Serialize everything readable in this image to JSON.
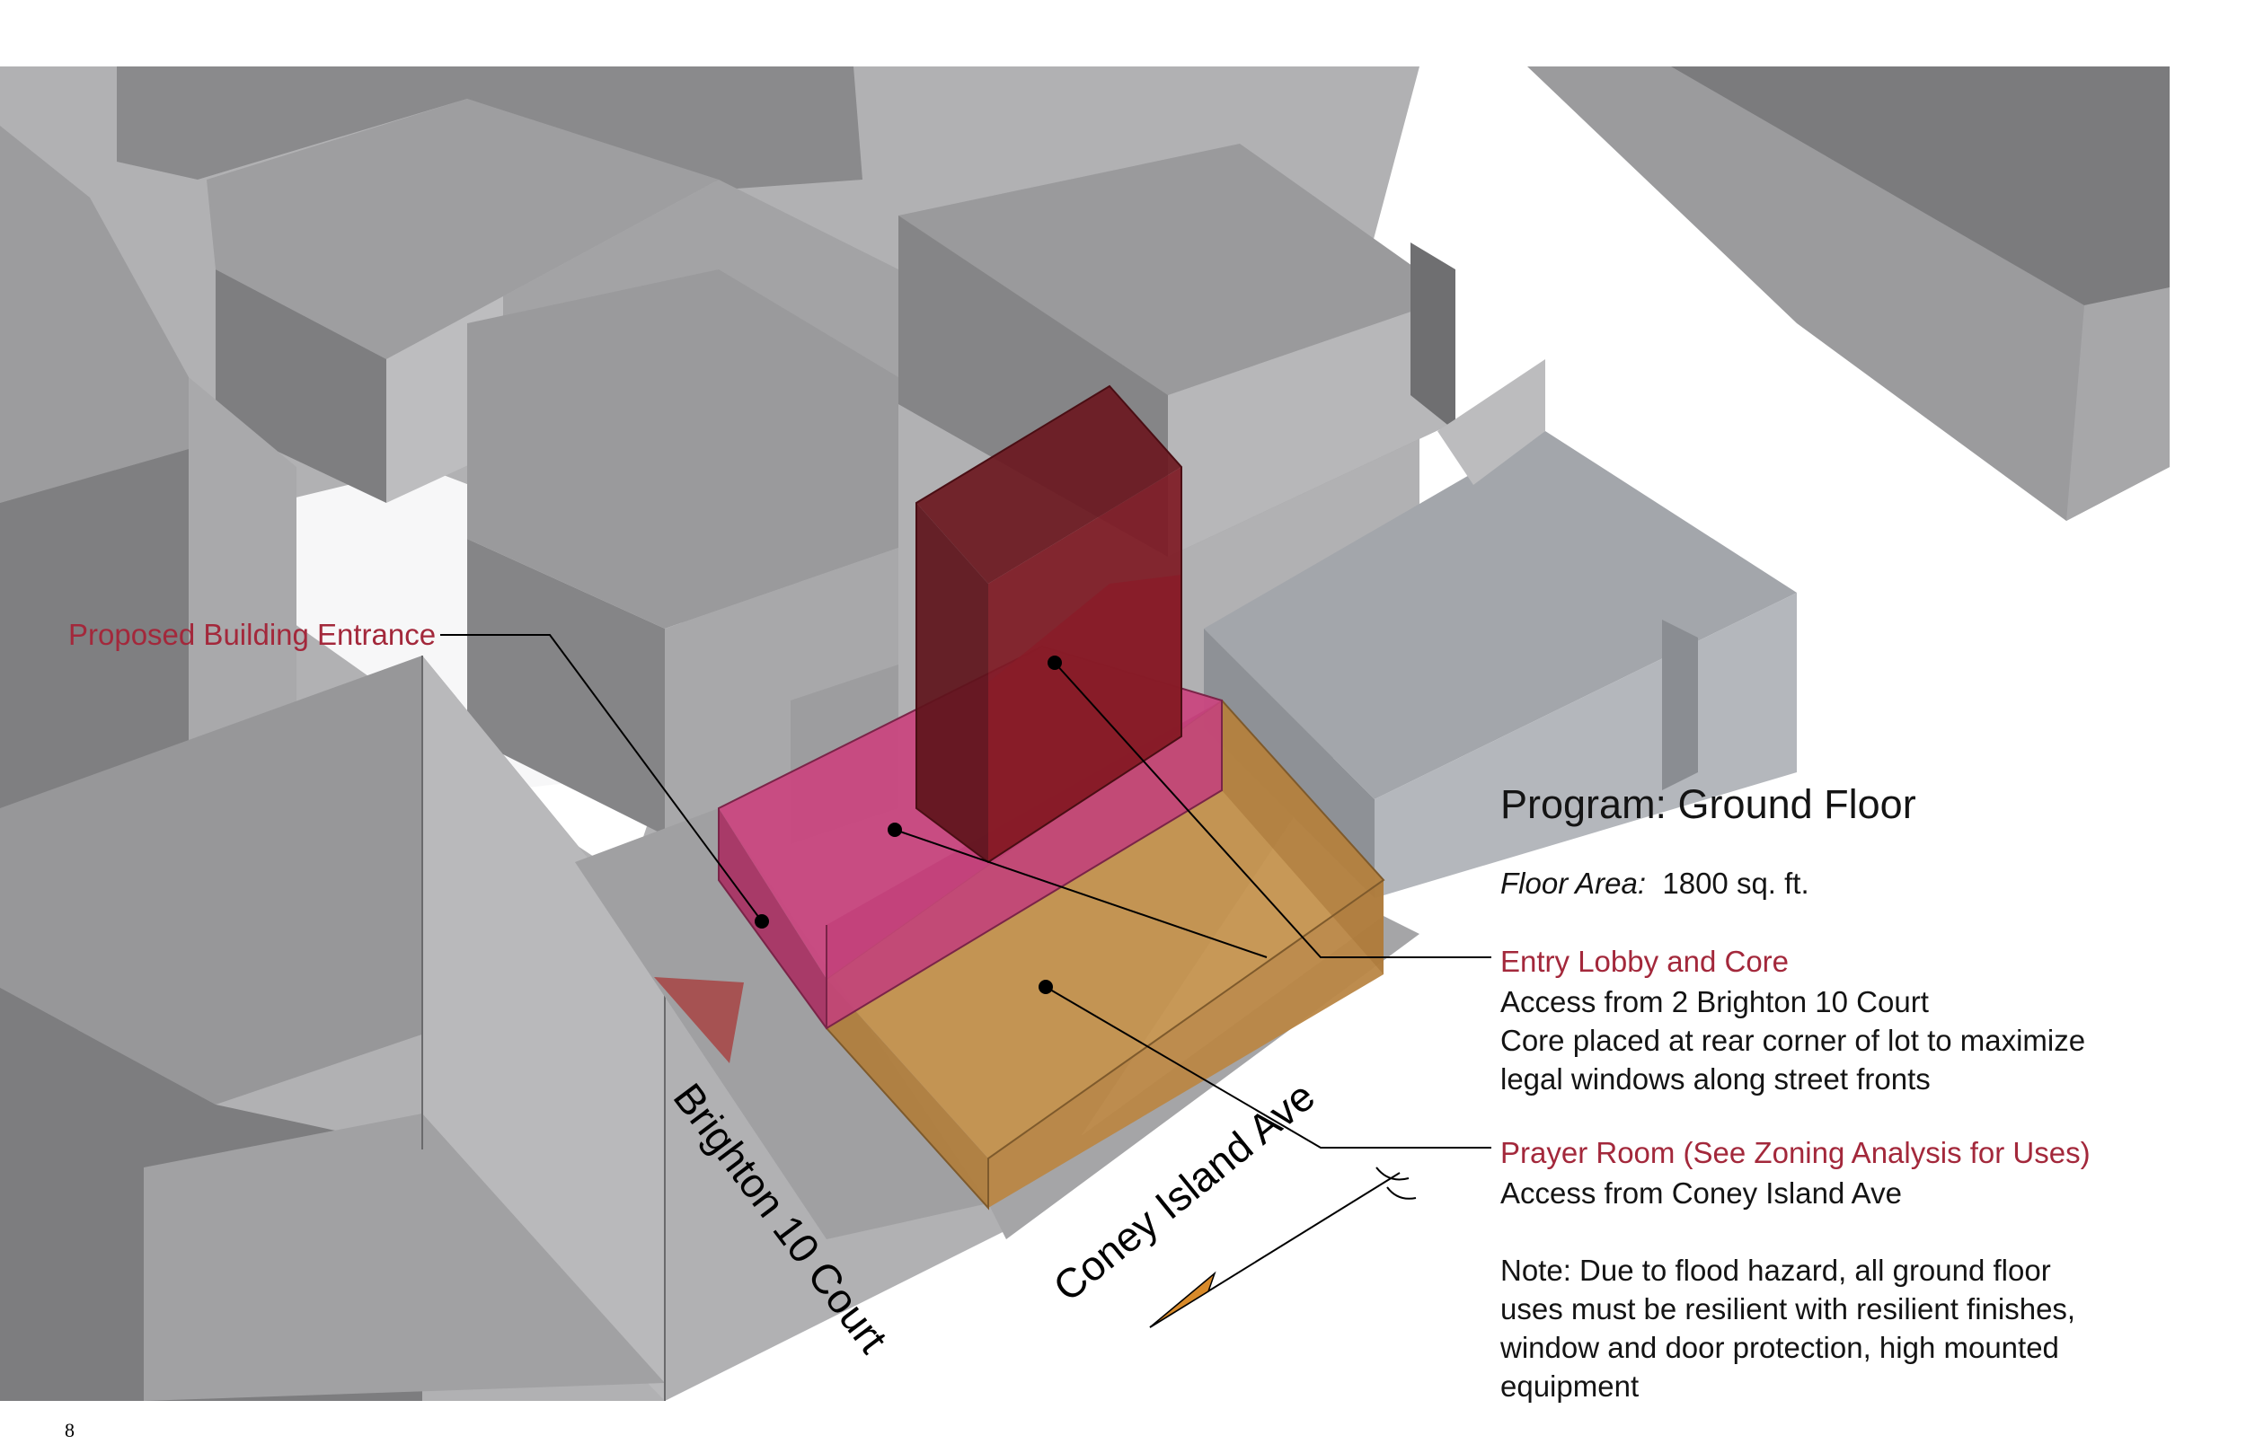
{
  "program": {
    "title": "Program: Ground Floor",
    "floor_area_label": "Floor Area:",
    "floor_area_value": "1800 sq. ft."
  },
  "callouts": {
    "entrance": "Proposed Building Entrance",
    "lobby": {
      "title": "Entry Lobby and Core",
      "lines": [
        "Access from 2 Brighton 10 Court",
        "Core placed at rear corner of lot to maximize",
        "legal windows along street fronts"
      ]
    },
    "prayer": {
      "title": "Prayer Room (See Zoning Analysis for Uses)",
      "lines": [
        "Access from Coney Island Ave"
      ]
    },
    "note": {
      "lines": [
        "Note: Due to flood hazard, all ground floor",
        "uses must be resilient with resilient finishes,",
        "window and door protection, high mounted",
        "equipment"
      ]
    }
  },
  "streets": {
    "brighton": "Brighton 10 Court",
    "coney": "Coney Island Ave"
  },
  "page_number": "8",
  "colors": {
    "callout_text": "#a3283b",
    "core": "#7a1420",
    "lobby": "#c8437f",
    "prayer": "#c89550",
    "context_building": "#8f8f8f",
    "entrance_arrow": "#a05050",
    "north_arrow": "#d88a2a"
  }
}
